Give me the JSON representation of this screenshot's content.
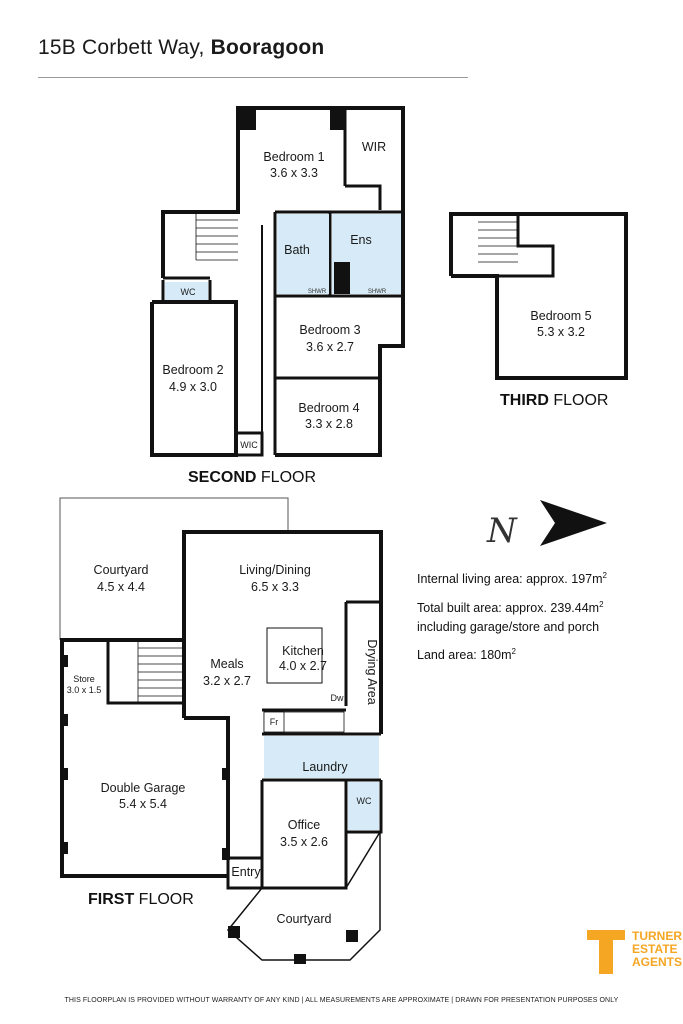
{
  "header": {
    "address": "15B Corbett Way,",
    "suburb": "Booragoon"
  },
  "floors": {
    "second": {
      "bold": "SECOND",
      "rest": "FLOOR"
    },
    "third": {
      "bold": "THIRD",
      "rest": "FLOOR"
    },
    "first": {
      "bold": "FIRST",
      "rest": "FLOOR"
    }
  },
  "rooms": {
    "bedroom1": {
      "name": "Bedroom 1",
      "size": "3.6 x 3.3"
    },
    "wir": {
      "name": "WIR"
    },
    "bath": {
      "name": "Bath"
    },
    "ens": {
      "name": "Ens"
    },
    "wc2": {
      "name": "WC"
    },
    "bedroom3": {
      "name": "Bedroom 3",
      "size": "3.6 x 2.7"
    },
    "bedroom2": {
      "name": "Bedroom 2",
      "size": "4.9 x 3.0"
    },
    "bedroom4": {
      "name": "Bedroom 4",
      "size": "3.3 x 2.8"
    },
    "wic": {
      "name": "WIC"
    },
    "shwr1": {
      "name": "SHWR"
    },
    "shwr2": {
      "name": "SHWR"
    },
    "bedroom5": {
      "name": "Bedroom 5",
      "size": "5.3 x 3.2"
    },
    "courtyard_top": {
      "name": "Courtyard",
      "size": "4.5 x 4.4"
    },
    "living": {
      "name": "Living/Dining",
      "size": "6.5 x 3.3"
    },
    "kitchen": {
      "name": "Kitchen",
      "size": "4.0 x 2.7"
    },
    "drying": {
      "name": "Drying Area"
    },
    "store": {
      "name": "Store",
      "size": "3.0 x 1.5"
    },
    "meals": {
      "name": "Meals",
      "size": "3.2 x 2.7"
    },
    "dw": {
      "name": "Dw"
    },
    "fr": {
      "name": "Fr"
    },
    "laundry": {
      "name": "Laundry"
    },
    "garage": {
      "name": "Double Garage",
      "size": "5.4 x 5.4"
    },
    "wc1": {
      "name": "WC"
    },
    "office": {
      "name": "Office",
      "size": "3.5 x 2.6"
    },
    "entry": {
      "name": "Entry"
    },
    "courtyard_bottom": {
      "name": "Courtyard"
    }
  },
  "compass": {
    "letter": "N"
  },
  "areas": {
    "internal": {
      "label": "Internal living area: approx. 197m",
      "sup": "2"
    },
    "total": {
      "label": "Total built area: approx. 239.44m",
      "sup": "2"
    },
    "total_note": "including garage/store and porch",
    "land": {
      "label": "Land area: 180m",
      "sup": "2"
    }
  },
  "logo": {
    "line1": "TURNER",
    "line2": "ESTATE",
    "line3": "AGENTS",
    "color": "#f5a623"
  },
  "footer": "THIS FLOORPLAN IS PROVIDED WITHOUT WARRANTY OF ANY KIND  |  ALL MEASUREMENTS ARE APPROXIMATE  |  DRAWN FOR PRESENTATION PURPOSES ONLY"
}
